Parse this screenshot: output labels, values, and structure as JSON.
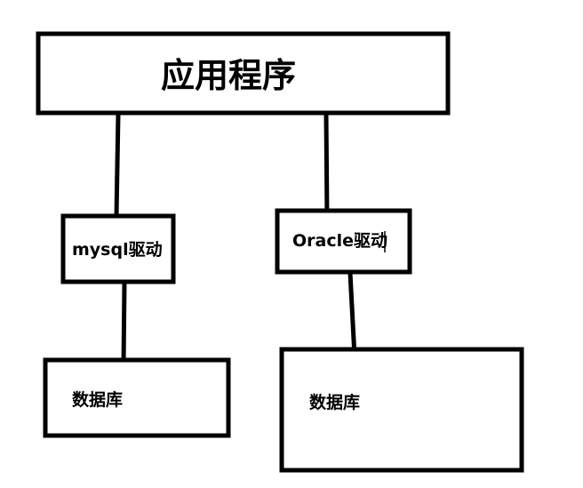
{
  "nodes": {
    "application": {
      "label": "应用程序"
    },
    "mysql_driver": {
      "label": "mysql驱动"
    },
    "oracle_driver": {
      "label": "Oracle驱动"
    },
    "mysql_database": {
      "label": "数据库"
    },
    "oracle_database": {
      "label": "数据库"
    }
  },
  "edges": [
    {
      "from": "application",
      "to": "mysql_driver"
    },
    {
      "from": "application",
      "to": "oracle_driver"
    },
    {
      "from": "mysql_driver",
      "to": "mysql_database"
    },
    {
      "from": "oracle_driver",
      "to": "oracle_database"
    }
  ],
  "colors": {
    "stroke": "#000000",
    "fill": "#ffffff",
    "text": "#000000"
  }
}
